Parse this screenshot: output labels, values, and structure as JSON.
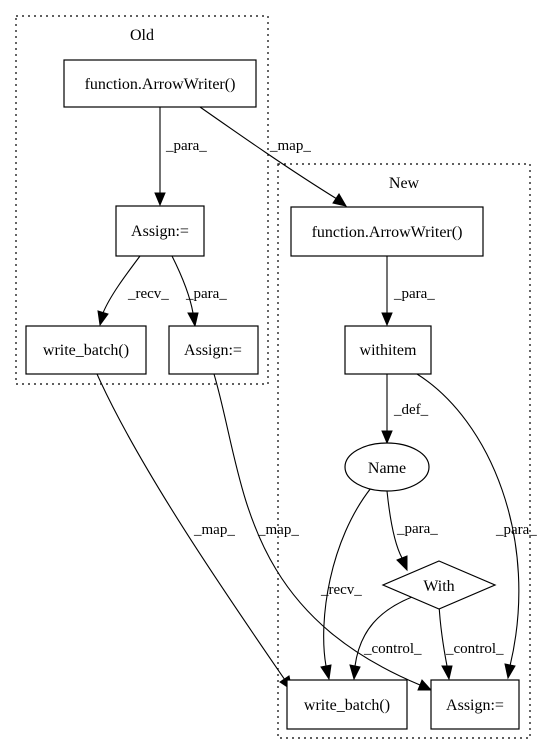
{
  "clusters": {
    "old": {
      "label": "Old"
    },
    "new": {
      "label": "New"
    }
  },
  "nodes": {
    "old_arrowwriter": {
      "label": "function.ArrowWriter()",
      "shape": "box"
    },
    "old_assign_top": {
      "label": "Assign:=",
      "shape": "box"
    },
    "old_write_batch": {
      "label": "write_batch()",
      "shape": "box"
    },
    "old_assign_bottom": {
      "label": "Assign:=",
      "shape": "box"
    },
    "new_arrowwriter": {
      "label": "function.ArrowWriter()",
      "shape": "box"
    },
    "new_withitem": {
      "label": "withitem",
      "shape": "box"
    },
    "new_name": {
      "label": "Name",
      "shape": "ellipse"
    },
    "new_with": {
      "label": "With",
      "shape": "diamond"
    },
    "new_write_batch": {
      "label": "write_batch()",
      "shape": "box"
    },
    "new_assign": {
      "label": "Assign:=",
      "shape": "box"
    }
  },
  "edges": {
    "e1": {
      "from": "old_arrowwriter",
      "to": "old_assign_top",
      "label": "_para_"
    },
    "e2": {
      "from": "old_arrowwriter",
      "to": "new_arrowwriter",
      "label": "_map_"
    },
    "e3": {
      "from": "old_assign_top",
      "to": "old_write_batch",
      "label": "_recv_"
    },
    "e4": {
      "from": "old_assign_top",
      "to": "old_assign_bottom",
      "label": "_para_"
    },
    "e5": {
      "from": "new_arrowwriter",
      "to": "new_withitem",
      "label": "_para_"
    },
    "e6": {
      "from": "new_withitem",
      "to": "new_name",
      "label": "_def_"
    },
    "e7": {
      "from": "new_withitem",
      "to": "new_assign",
      "label": "_para_"
    },
    "e8": {
      "from": "new_name",
      "to": "new_with",
      "label": "_para_"
    },
    "e9": {
      "from": "new_name",
      "to": "new_write_batch",
      "label": "_recv_"
    },
    "e10": {
      "from": "new_with",
      "to": "new_write_batch",
      "label": "_control_"
    },
    "e11": {
      "from": "new_with",
      "to": "new_assign",
      "label": "_control_"
    },
    "e12": {
      "from": "old_write_batch",
      "to": "new_write_batch",
      "label": "_map_"
    },
    "e13": {
      "from": "old_assign_bottom",
      "to": "new_assign",
      "label": "_map_"
    }
  }
}
